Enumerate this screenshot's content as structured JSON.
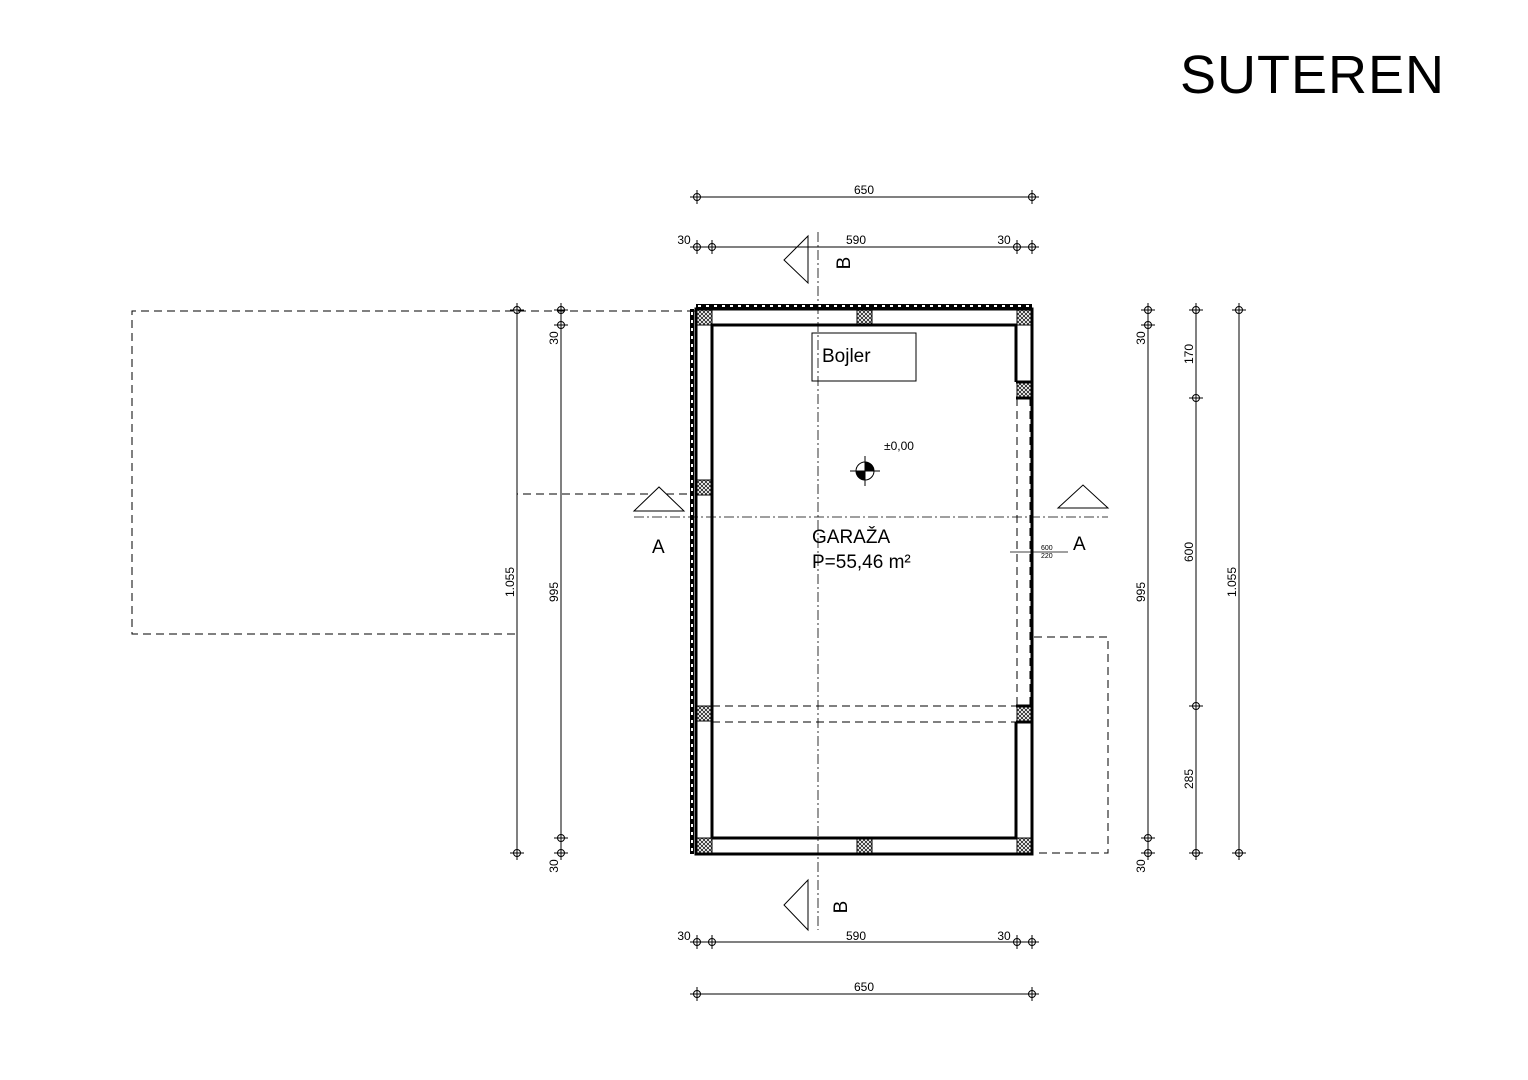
{
  "title": "SUTEREN",
  "room": {
    "name": "GARAŽA",
    "area": "P=55,46 m²"
  },
  "boiler_label": "Bojler",
  "level": "±0,00",
  "window_top": "600",
  "window_bottom": "220",
  "section_a": "A",
  "section_b": "B",
  "dims": {
    "top_total": "650",
    "top_left": "30",
    "top_mid": "590",
    "top_right": "30",
    "bottom_total": "650",
    "bottom_left": "30",
    "bottom_mid": "590",
    "bottom_right": "30",
    "left_outer": "1.055",
    "left_inner": "995",
    "left_top": "30",
    "left_bottom": "30",
    "right_inner": "995",
    "right_top": "30",
    "right_bottom": "30",
    "right_seg1": "170",
    "right_seg2": "600",
    "right_seg3": "285",
    "right_outer": "1.055"
  }
}
